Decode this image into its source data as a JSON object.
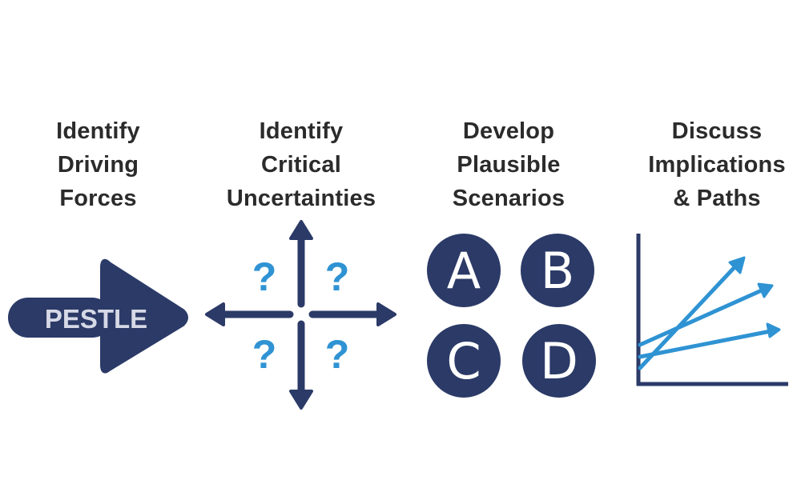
{
  "colors": {
    "navy": "#2b3a67",
    "blue": "#2f93d3",
    "text": "#2b2b2b",
    "label": "#d6d9e6"
  },
  "steps": [
    {
      "title_lines": [
        "Identify",
        "Driving",
        "Forces"
      ],
      "icon": "right-arrow-icon",
      "icon_label": "PESTLE"
    },
    {
      "title_lines": [
        "Identify",
        "Critical",
        "Uncertainties"
      ],
      "icon": "quadrant-arrows-icon",
      "quadrant_marks": [
        "?",
        "?",
        "?",
        "?"
      ]
    },
    {
      "title_lines": [
        "Develop",
        "Plausible",
        "Scenarios"
      ],
      "icon": "scenario-circles-icon",
      "scenarios": [
        "A",
        "B",
        "C",
        "D"
      ]
    },
    {
      "title_lines": [
        "Discuss",
        "Implications",
        "& Paths"
      ],
      "icon": "trend-chart-icon"
    }
  ]
}
